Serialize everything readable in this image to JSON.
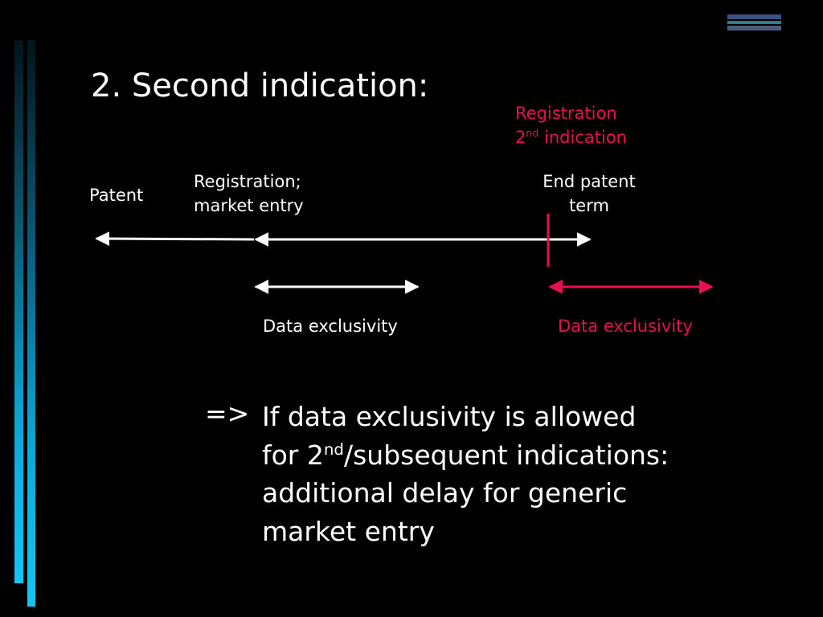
{
  "slide": {
    "title": "2.  Second indication:",
    "colors": {
      "background": "#000000",
      "red_accent": "#e8104f",
      "side_bar": "#00b6e6"
    }
  },
  "diagram": {
    "labels": {
      "patent": "Patent",
      "registration_line1": "Registration;",
      "registration_line2": "market entry",
      "end_patent_line1": "End patent",
      "end_patent_line2": "term",
      "registration_2nd_line1": "Registration",
      "registration_2nd_line2_num": "2",
      "registration_2nd_line2_sup": "nd",
      "registration_2nd_line2_rest": " indication",
      "data_exclusivity_1": "Data exclusivity",
      "data_exclusivity_2": "Data exclusivity"
    }
  },
  "note": {
    "prefix": "=>",
    "line1": "If data exclusivity is allowed",
    "line2_a": "for 2",
    "line2_sup": "nd",
    "line2_b": "/subsequent indications:",
    "line3": "additional delay for generic",
    "line4": "market entry"
  }
}
